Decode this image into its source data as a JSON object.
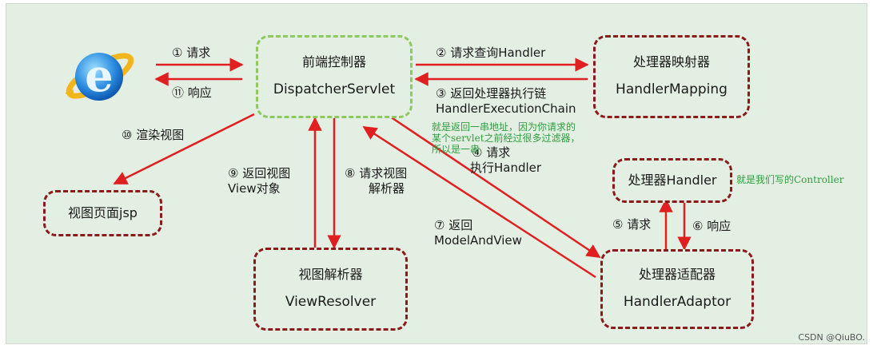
{
  "nodes": {
    "front_controller": {
      "title": "前端控制器",
      "subtitle": "DispatcherServlet"
    },
    "handler_mapping": {
      "title": "处理器映射器",
      "subtitle": "HandlerMapping"
    },
    "handler": {
      "title": "处理器Handler"
    },
    "handler_adaptor": {
      "title": "处理器适配器",
      "subtitle": "HandlerAdaptor"
    },
    "view_resolver": {
      "title": "视图解析器",
      "subtitle": "ViewResolver"
    },
    "view_page": {
      "title": "视图页面jsp"
    }
  },
  "browser_icon": "internet-explorer-icon",
  "steps": {
    "s1": "① 请求",
    "s11": "⑪ 响应",
    "s2": "② 请求查询Handler",
    "s3": "③ 返回处理器执行链",
    "s3b": "HandlerExecutionChain",
    "s4": "④ 请求",
    "s4b": "执行Handler",
    "s5": "⑤ 请求",
    "s6": "⑥ 响应",
    "s7": "⑦ 返回",
    "s7b": "ModelAndView",
    "s8": "⑧ 请求视图",
    "s8b": "解析器",
    "s9": "⑨ 返回视图",
    "s9b": "View对象",
    "s10": "⑩ 渲染视图"
  },
  "notes": {
    "chain_line1": "就是返回一串地址，因为你请求的",
    "chain_line2": "某个servlet之前经过很多过滤器，",
    "chain_line3": "所以是一串",
    "handler": "就是我们写的Controller"
  },
  "watermark": "CSDN @QiuBO.",
  "colors": {
    "background": "#e4efe4",
    "arrow": "#e02020",
    "box_border": "#8b1a1a",
    "controller_border": "#8fc860",
    "note_text": "#2e9e3e"
  }
}
